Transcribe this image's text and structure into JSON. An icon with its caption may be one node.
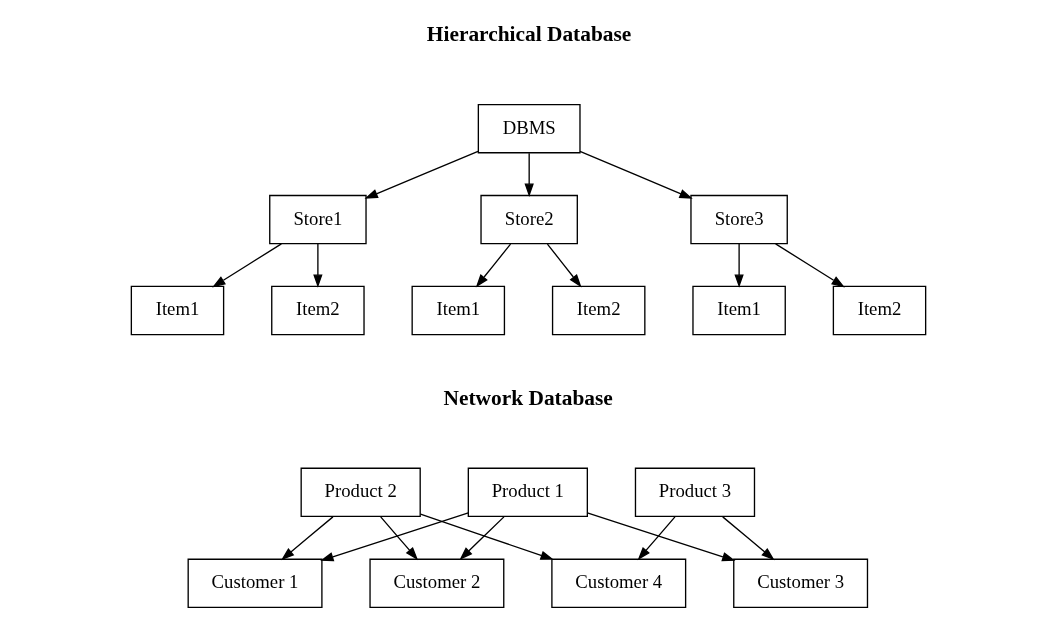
{
  "diagram": {
    "nodes": [
      {
        "text": [
          "DBMS"
        ]
      },
      {
        "text": [
          "Store1"
        ]
      },
      {
        "text": [
          "Store2"
        ]
      },
      {
        "text": [
          "Store3"
        ]
      },
      {
        "text": [
          "Item1"
        ]
      },
      {
        "text": [
          "Item2"
        ]
      },
      {
        "text": [
          "Item1"
        ]
      },
      {
        "text": [
          "Item2"
        ]
      },
      {
        "text": [
          "Item1"
        ]
      },
      {
        "text": [
          "Item2"
        ]
      },
      {
        "text": [
          "Product 1"
        ]
      },
      {
        "text": [
          "Product 2"
        ]
      },
      {
        "text": [
          "Product 3"
        ]
      },
      {
        "text": [
          "Customer 1"
        ]
      },
      {
        "text": [
          "Customer 2"
        ]
      },
      {
        "text": [
          "Customer 3"
        ]
      },
      {
        "text": [
          "Customer 4"
        ]
      }
    ],
    "edges": [
      {
        "from": 0,
        "to": 1,
        "arrow": "to"
      },
      {
        "from": 0,
        "to": 2,
        "arrow": "to"
      },
      {
        "from": 0,
        "to": 3,
        "arrow": "to"
      },
      {
        "from": 1,
        "to": 4,
        "arrow": "to"
      },
      {
        "from": 1,
        "to": 5,
        "arrow": "to"
      },
      {
        "from": 2,
        "to": 6,
        "arrow": "to"
      },
      {
        "from": 2,
        "to": 7,
        "arrow": "to"
      },
      {
        "from": 3,
        "to": 8,
        "arrow": "to"
      },
      {
        "from": 3,
        "to": 9,
        "arrow": "to"
      },
      {
        "from": 10,
        "to": 13,
        "arrow": "to"
      },
      {
        "from": 10,
        "to": 14,
        "arrow": "to"
      },
      {
        "from": 10,
        "to": 15,
        "arrow": "to"
      },
      {
        "from": 11,
        "to": 13,
        "arrow": "to"
      },
      {
        "from": 11,
        "to": 14,
        "arrow": "to"
      },
      {
        "from": 11,
        "to": 16,
        "arrow": "to"
      },
      {
        "from": 12,
        "to": 15,
        "arrow": "to"
      },
      {
        "from": 12,
        "to": 16,
        "arrow": "to"
      }
    ],
    "labels": [
      "Hierarchical Database",
      "Network Database"
    ]
  }
}
